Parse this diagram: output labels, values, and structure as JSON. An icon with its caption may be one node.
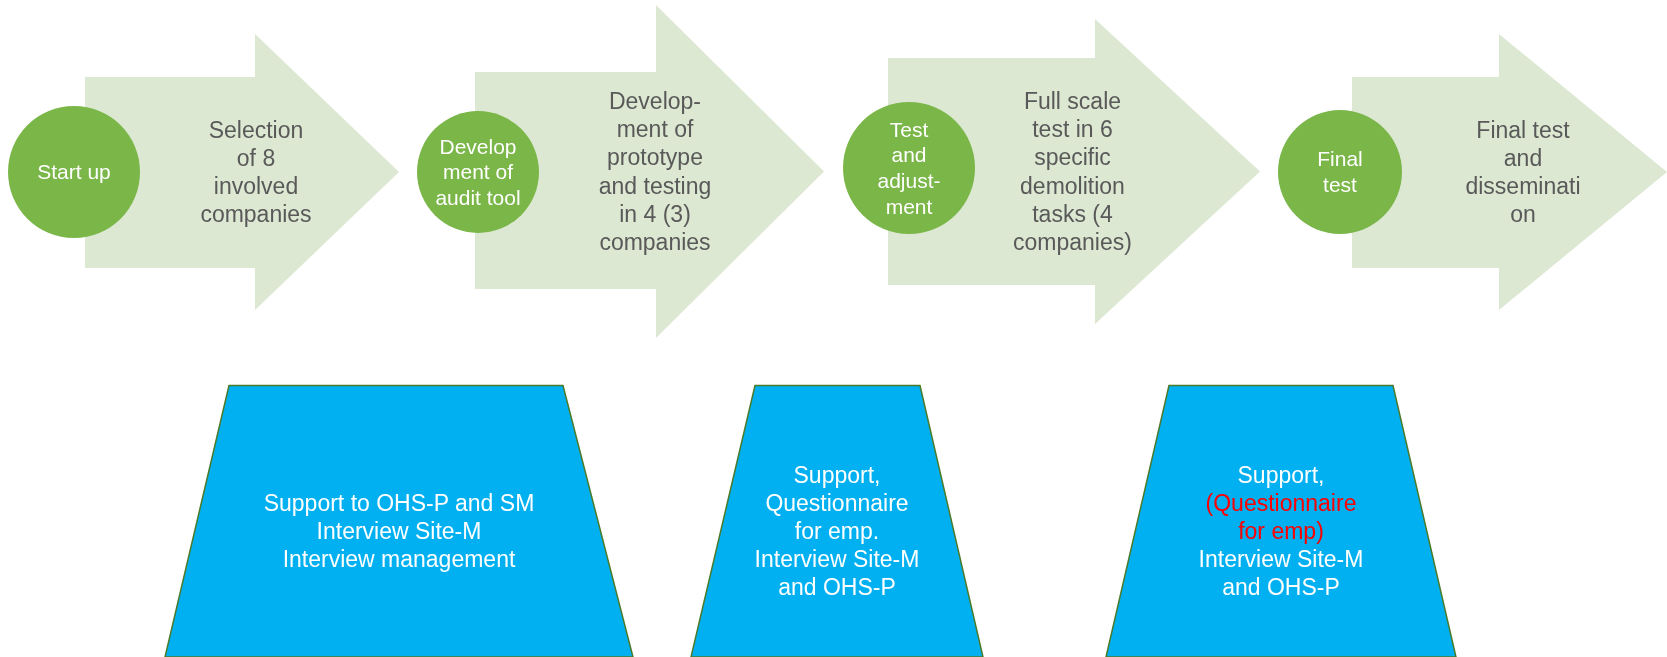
{
  "diagram": {
    "nodes": [
      {
        "text": [
          "Start up"
        ]
      },
      {
        "text": [
          "Selection of 8 involved companies"
        ]
      },
      {
        "text": [
          "Development of audit tool"
        ]
      },
      {
        "text": [
          "Develop-ment of prototype and testing in 4 (3) companies"
        ]
      },
      {
        "text": [
          "Test and adjust-ment"
        ]
      },
      {
        "text": [
          "Full scale test in 6 specific demolition tasks (4 companies)"
        ]
      },
      {
        "text": [
          "Final test"
        ]
      },
      {
        "text": [
          "Final test and dissemination"
        ]
      },
      {
        "text": [
          "Support to OHS-P and SM",
          "Interview Site-M",
          "Interview management"
        ]
      },
      {
        "text": [
          "Support,",
          "Questionnaire for emp.",
          "Interview Site-M and OHS-P"
        ]
      },
      {
        "text": [
          "Support,",
          "(Questionnaire for emp)",
          "Interview Site-M and OHS-P"
        ]
      }
    ]
  }
}
